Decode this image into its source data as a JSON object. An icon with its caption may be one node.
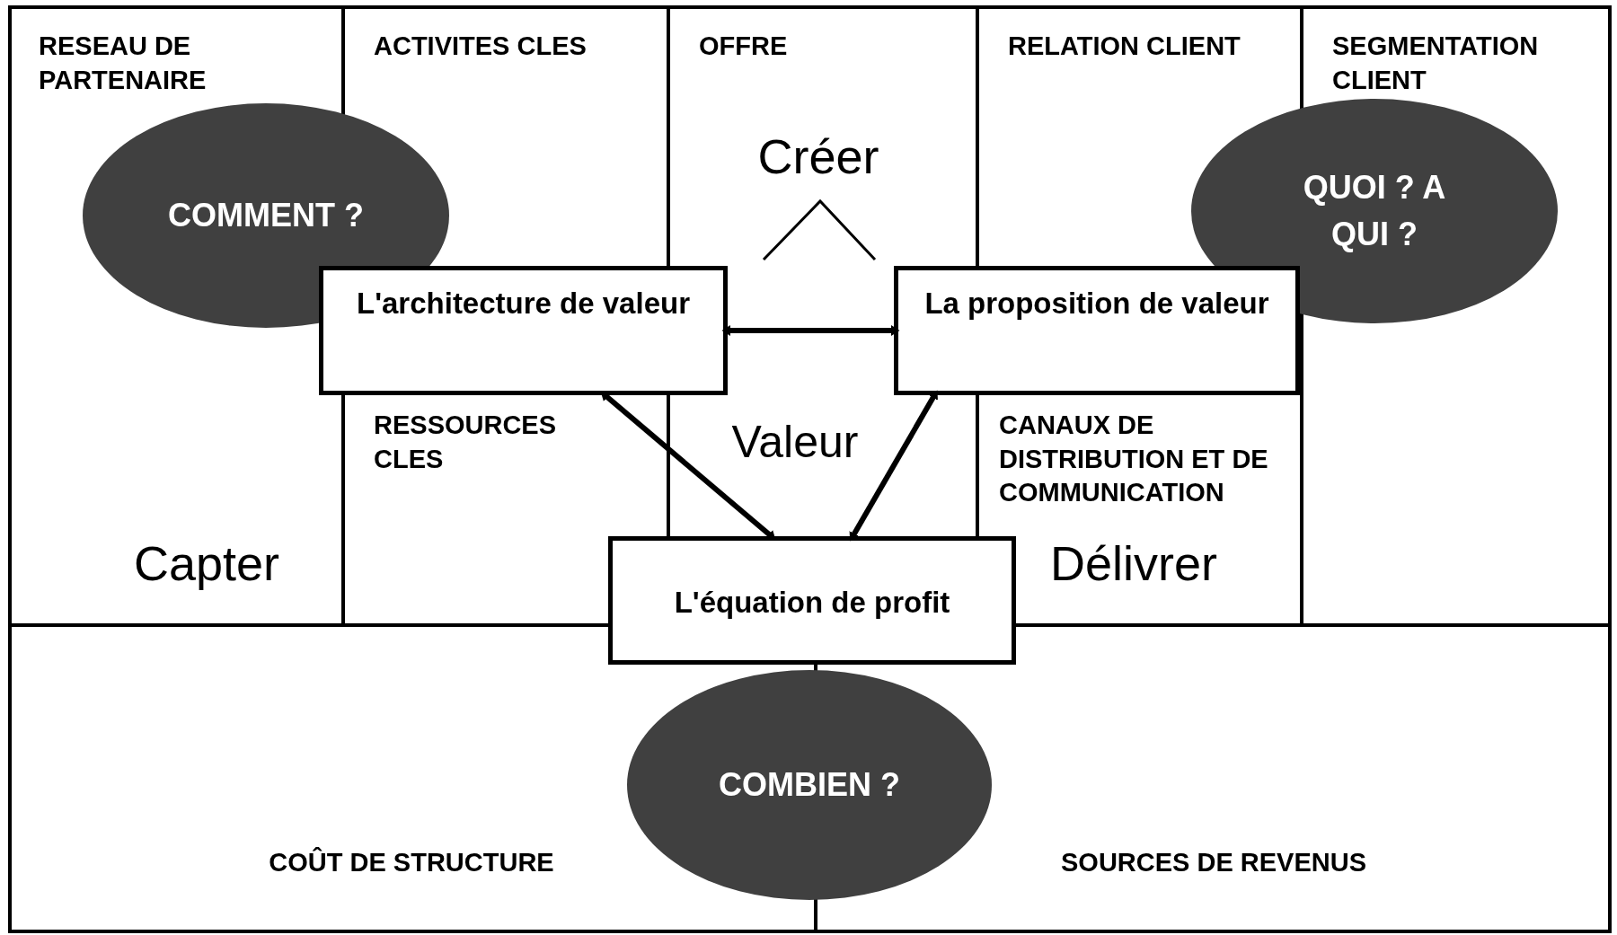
{
  "diagram": {
    "nodes": [
      {
        "text": [
          "RESEAU DE PARTENAIRE"
        ]
      },
      {
        "text": [
          "ACTIVITES CLES"
        ]
      },
      {
        "text": [
          "RESSOURCES CLES"
        ]
      },
      {
        "text": [
          "OFFRE"
        ]
      },
      {
        "text": [
          "RELATION CLIENT"
        ]
      },
      {
        "text": [
          "CANAUX DE DISTRIBUTION ET DE COMMUNICATION"
        ]
      },
      {
        "text": [
          "SEGMENTATION CLIENT"
        ]
      },
      {
        "text": [
          "COÛT DE STRUCTURE"
        ]
      },
      {
        "text": [
          "SOURCES DE REVENUS"
        ]
      },
      {
        "text": [
          "COMMENT ?"
        ]
      },
      {
        "text": [
          "QUOI ? A QUI ?"
        ]
      },
      {
        "text": [
          "COMBIEN ?"
        ]
      },
      {
        "text": [
          "L'architecture de valeur"
        ]
      },
      {
        "text": [
          "La proposition de valeur"
        ]
      },
      {
        "text": [
          "L'équation de profit"
        ]
      }
    ],
    "edges": [
      {
        "from": 12,
        "to": 13,
        "arrow": "both"
      },
      {
        "from": 14,
        "to": 12,
        "arrow": "both"
      },
      {
        "from": 14,
        "to": 13,
        "arrow": "both"
      }
    ],
    "labels": [
      "Créer",
      "Valeur",
      "Capter",
      "Délivrer"
    ]
  }
}
